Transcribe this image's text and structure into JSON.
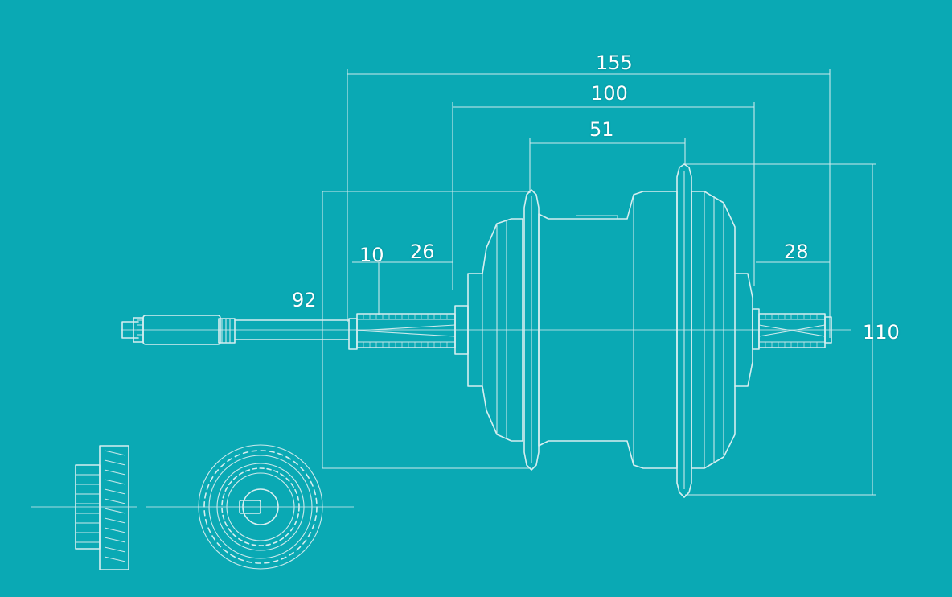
{
  "dimensions": {
    "overall_width": "155",
    "inner_width": "100",
    "flange_spacing": "51",
    "left_thread": "10",
    "left_spacer": "26",
    "right_spacer": "28",
    "left_flange_diameter": "92",
    "right_flange_diameter": "110"
  },
  "colors": {
    "background": "#0aa9b4",
    "line": "#d6eef0",
    "text": "#ffffff"
  }
}
